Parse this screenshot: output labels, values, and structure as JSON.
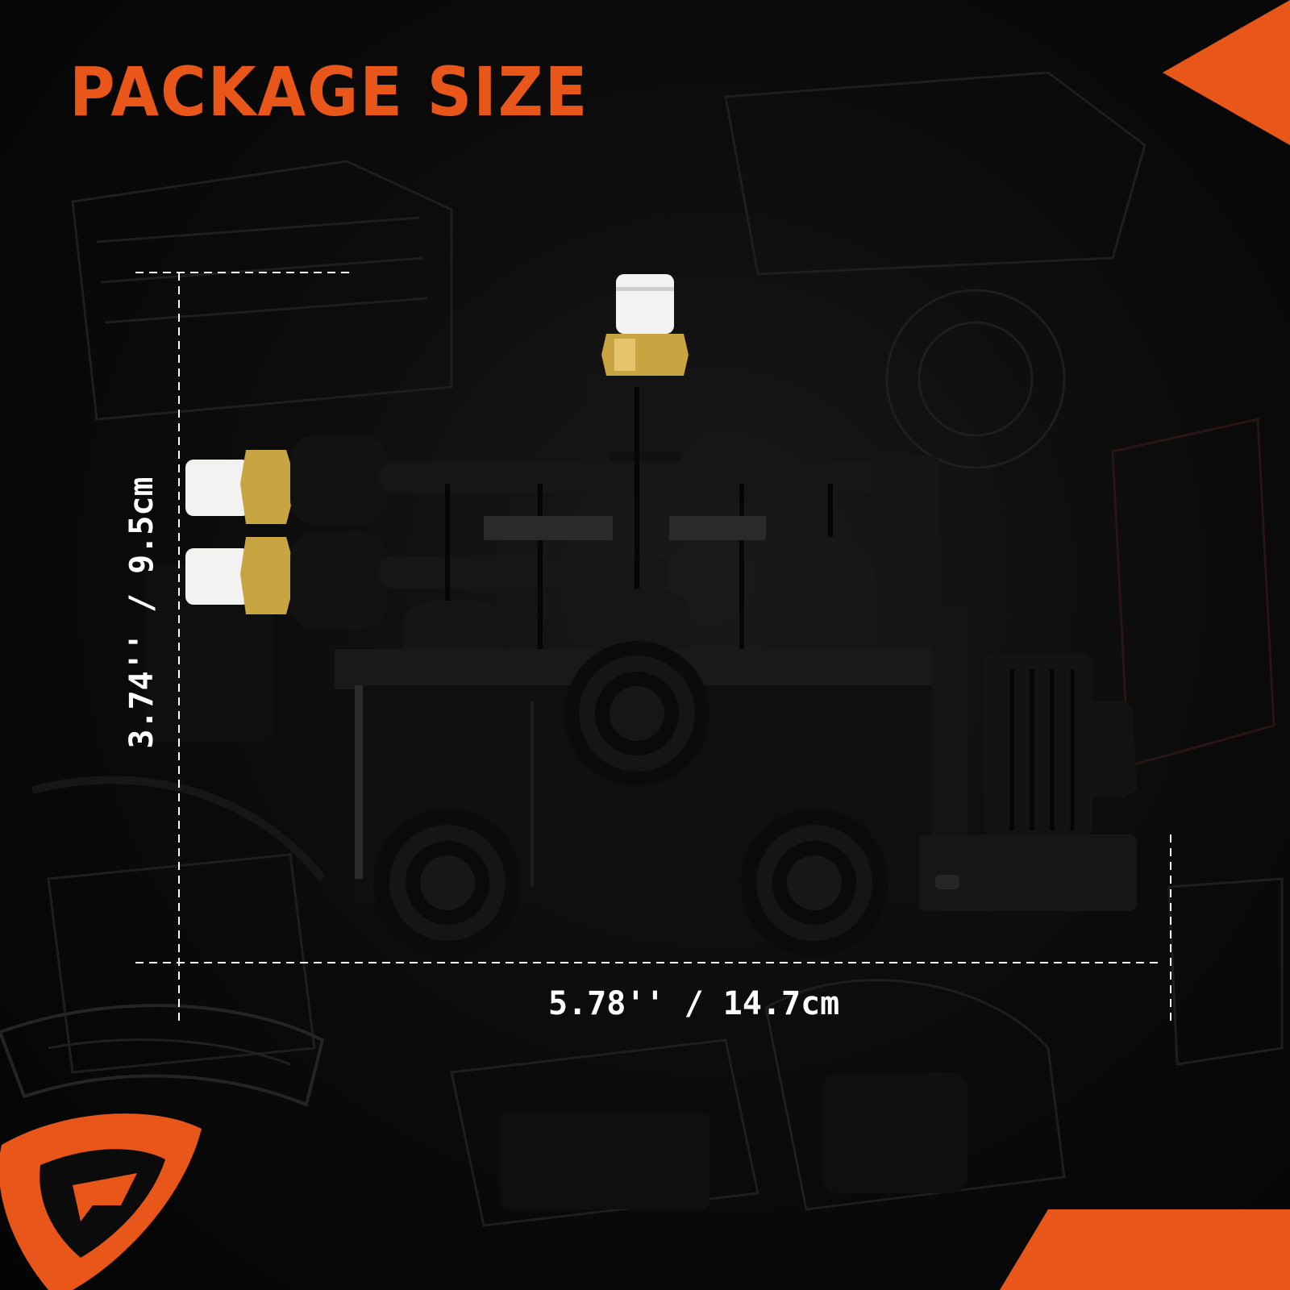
{
  "title": "PACKAGE SIZE",
  "dimensions": {
    "width_label": "5.78'' / 14.7cm",
    "height_label": "3.74'' / 9.5cm"
  },
  "colors": {
    "accent": "#e8561a",
    "background": "#0a0a0a",
    "dimension_line": "#ffffff",
    "product_body": "#111111",
    "brass_fitting": "#c9a443",
    "white_connector": "#f2f2f0"
  },
  "product": {
    "name_icon": "air-suspension-valve-block"
  },
  "logo": {
    "icon": "shield-g-logo"
  }
}
